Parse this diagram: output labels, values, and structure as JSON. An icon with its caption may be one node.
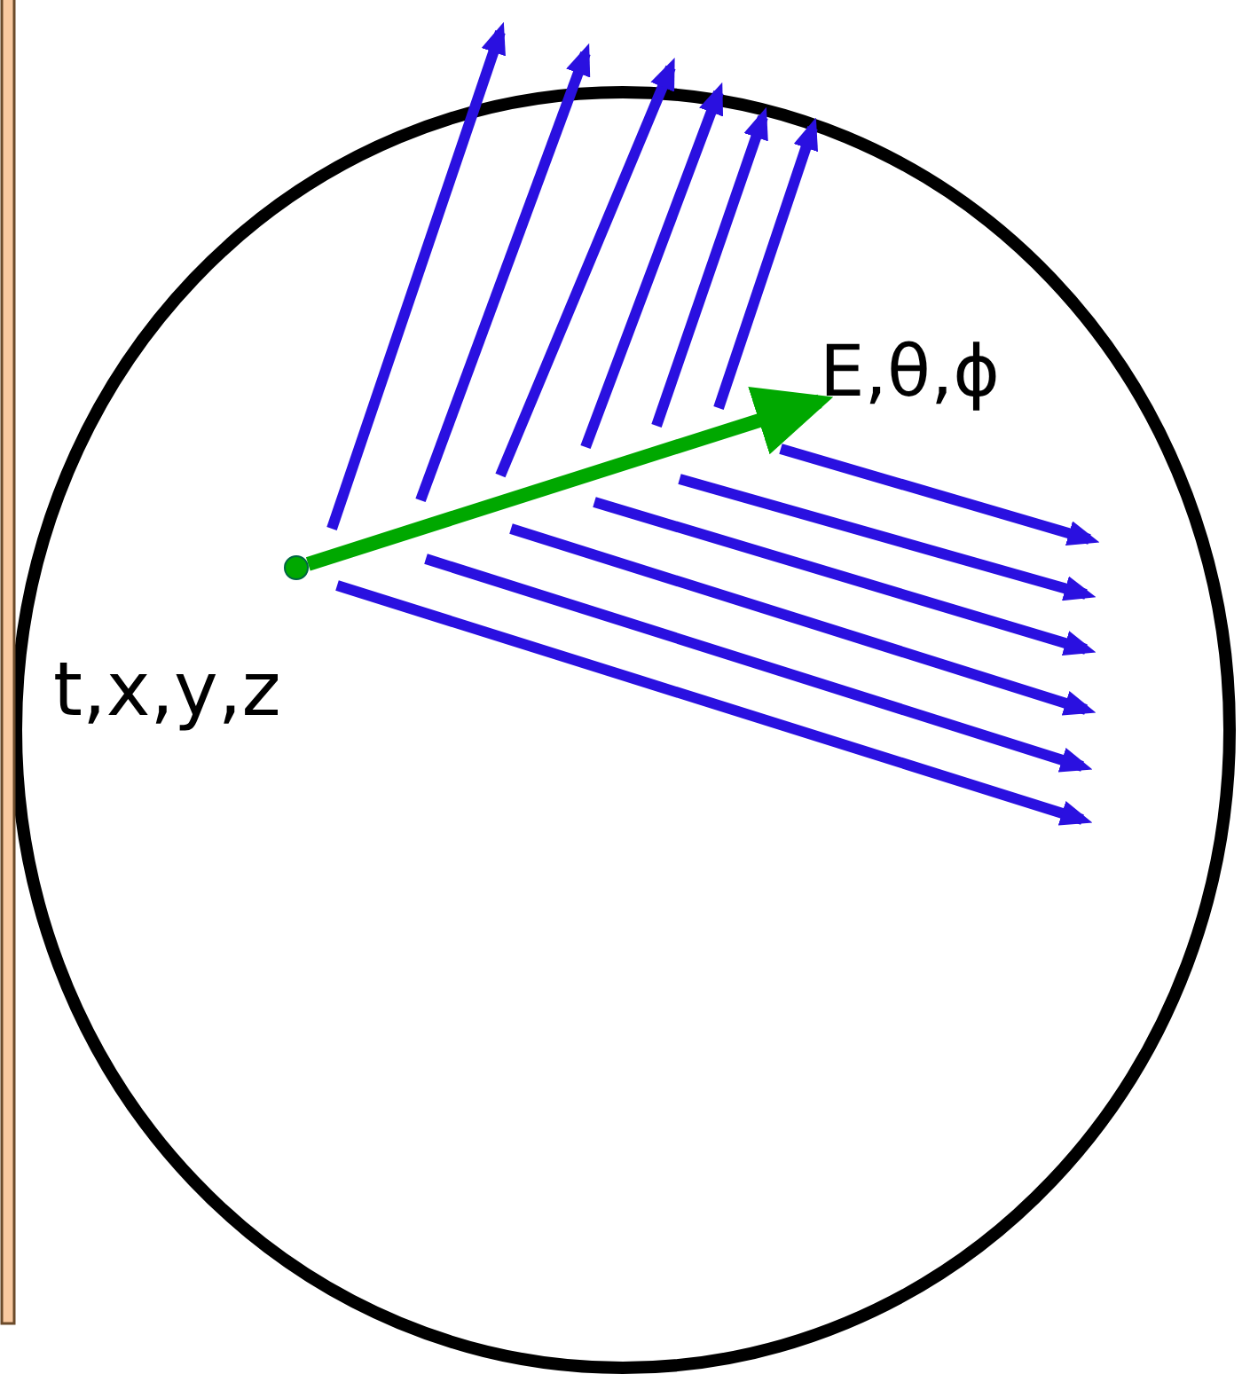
{
  "diagram": {
    "nodes": [
      {
        "text": [],
        "shape": "circle"
      },
      {
        "text": [],
        "shape": "circle",
        "in": 0,
        "beside": [
          "t,x,y,z"
        ]
      },
      {
        "text": [
          "E,θ,ϕ"
        ],
        "in": 0
      }
    ],
    "edges": [
      {
        "from": 1,
        "to": 2,
        "arrow": "to"
      }
    ]
  }
}
